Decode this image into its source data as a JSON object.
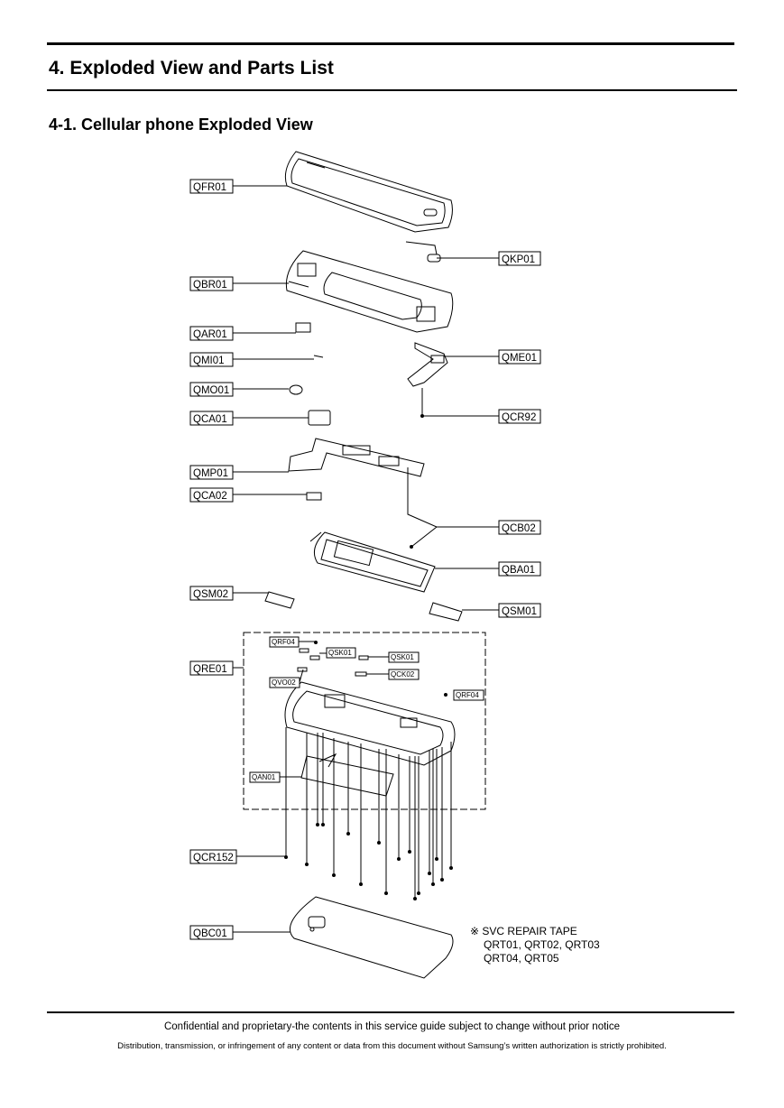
{
  "page": {
    "title": "4. Exploded View and Parts List",
    "subtitle": "4-1. Cellular phone Exploded View"
  },
  "callouts": {
    "QFR01": "QFR01",
    "QBR01": "QBR01",
    "QAR01": "QAR01",
    "QMI01": "QMI01",
    "QMO01": "QMO01",
    "QCA01": "QCA01",
    "QMP01": "QMP01",
    "QCA02": "QCA02",
    "QSM02": "QSM02",
    "QRE01": "QRE01",
    "QCR152": "QCR152",
    "QBC01": "QBC01",
    "QKP01": "QKP01",
    "QME01": "QME01",
    "QCR92": "QCR92",
    "QCB02": "QCB02",
    "QBA01": "QBA01",
    "QSM01": "QSM01",
    "QRF04a": "QRF04",
    "QSK01a": "QSK01",
    "QSK01b": "QSK01",
    "QCK02": "QCK02",
    "QVO02": "QVO02",
    "QRF04b": "QRF04",
    "QAN01": "QAN01"
  },
  "note": {
    "line1": "※ SVC REPAIR TAPE",
    "line2": "QRT01, QRT02, QRT03",
    "line3": "QRT04, QRT05"
  },
  "footer": {
    "line1": "Confidential and proprietary-the contents in this service guide subject to change without prior notice",
    "line2": "Distribution, transmission, or infringement of any content or data from this document without Samsung’s written authorization is strictly prohibited."
  },
  "colors": {
    "ink": "#000000",
    "paper": "#ffffff"
  }
}
